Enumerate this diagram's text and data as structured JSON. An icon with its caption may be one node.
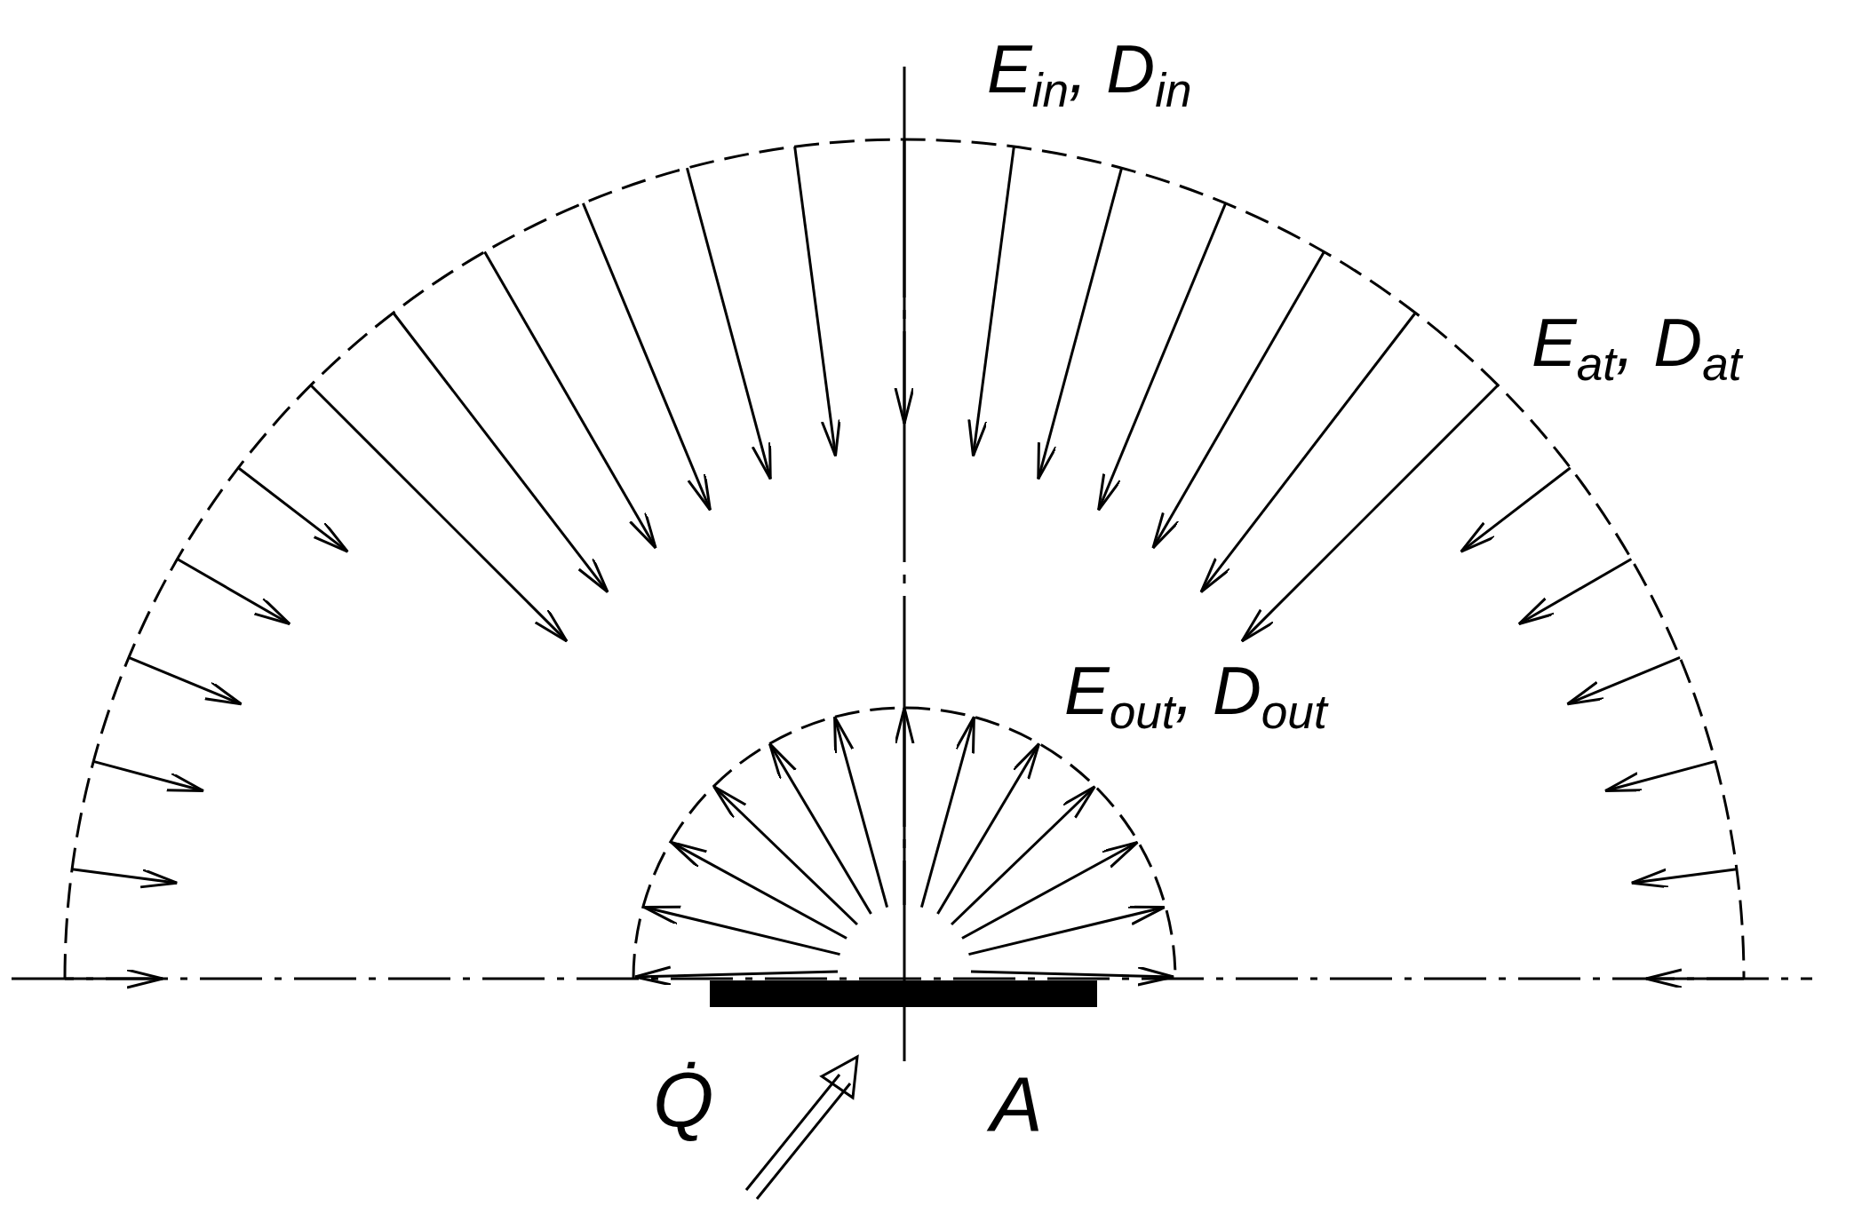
{
  "diagram": {
    "labels": [
      "*E*$_{in}$, *D*$_{in}$",
      "*E*$_{at}$, *D*$_{at}$",
      "*E*$_{out}$, *D*$_{out}$",
      "Q̇",
      "A"
    ]
  }
}
